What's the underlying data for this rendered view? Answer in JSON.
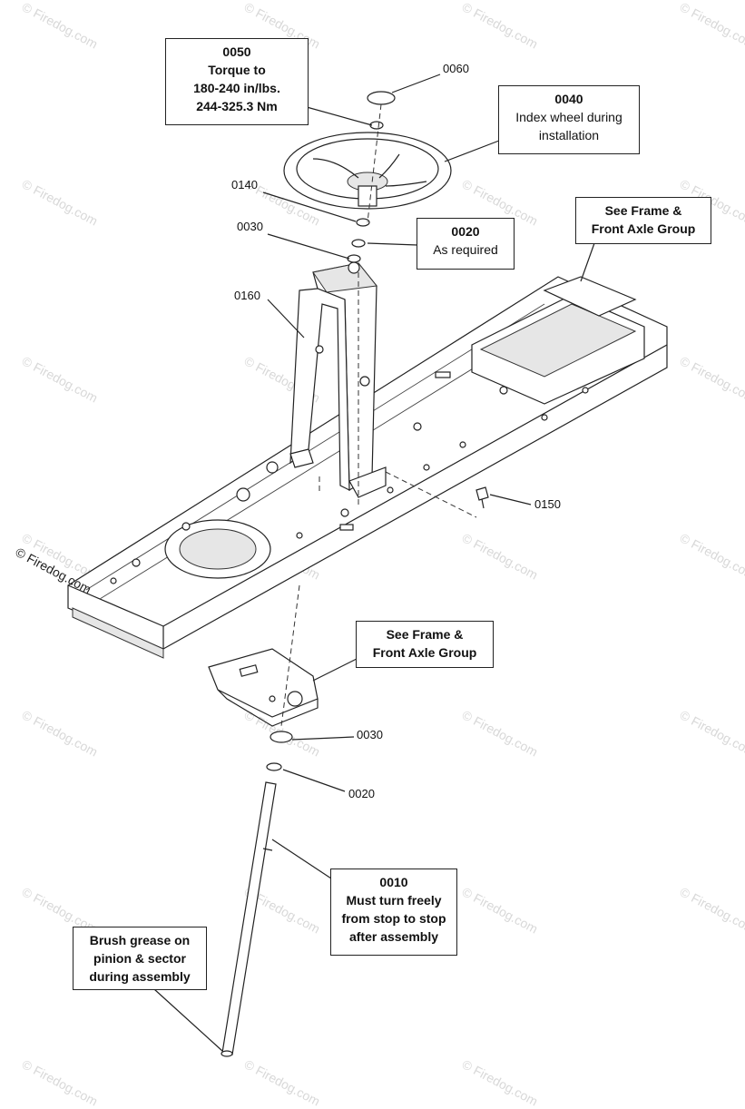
{
  "watermark": "© Firedog.com",
  "copyright": "© Firedog.com",
  "callouts": {
    "c0050": {
      "code": "0050",
      "l1": "Torque to",
      "l2": "180-240 in/lbs.",
      "l3": "244-325.3 Nm"
    },
    "c0040": {
      "code": "0040",
      "l1": "Index wheel during",
      "l2": "installation"
    },
    "c0020": {
      "code": "0020",
      "l1": "As required"
    },
    "frame_top": {
      "l1": "See Frame &",
      "l2": "Front Axle Group"
    },
    "frame_mid": {
      "l1": "See Frame &",
      "l2": "Front Axle Group"
    },
    "c0010": {
      "code": "0010",
      "l1": "Must turn freely",
      "l2": "from stop to stop",
      "l3": "after assembly"
    },
    "grease": {
      "l1": "Brush grease on",
      "l2": "pinion & sector",
      "l3": "during assembly"
    }
  },
  "labels": {
    "p0060": "0060",
    "p0140": "0140",
    "p0030_top": "0030",
    "p0160": "0160",
    "p0150": "0150",
    "p0030_bottom": "0030",
    "p0020_bottom": "0020"
  }
}
